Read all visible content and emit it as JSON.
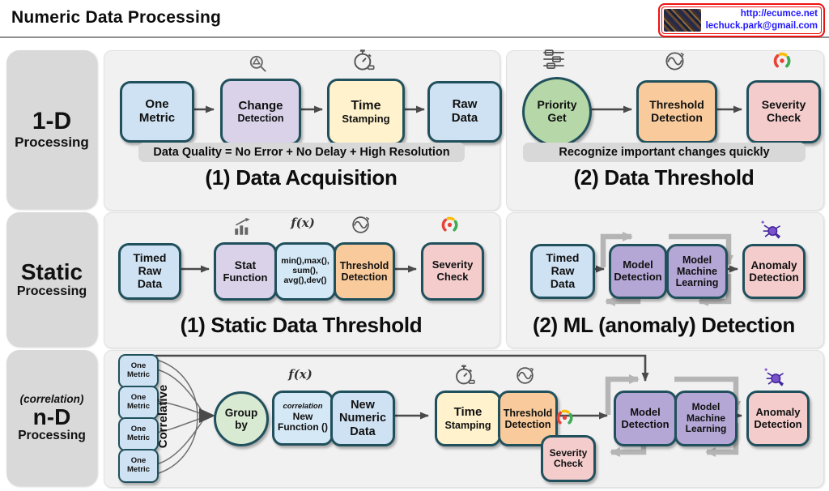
{
  "header": {
    "title": "Numeric Data Processing",
    "badge": {
      "url": "http://ecumce.net",
      "email": "lechuck.park@gmail.com"
    }
  },
  "labels": {
    "row1": {
      "big": "1-D",
      "small": "Processing"
    },
    "row2": {
      "big": "Static",
      "small": "Processing"
    },
    "row3": {
      "pre": "(correlation)",
      "big": "n-D",
      "small": "Processing"
    }
  },
  "p11": {
    "title": "(1) Data Acquisition",
    "note": "Data Quality = No Error + No Delay + High Resolution",
    "one_metric": [
      "One",
      "Metric"
    ],
    "change": [
      "Change",
      "Detection"
    ],
    "time": [
      "Time",
      "Stamping"
    ],
    "raw": [
      "Raw",
      "Data"
    ]
  },
  "p12": {
    "title": "(2) Data Threshold",
    "note": "Recognize important changes quickly",
    "priority": [
      "Priority",
      "Get"
    ],
    "threshold": [
      "Threshold",
      "Detection"
    ],
    "severity": [
      "Severity",
      "Check"
    ]
  },
  "p21": {
    "title": "(1) Static Data Threshold",
    "timed": [
      "Timed",
      "Raw",
      "Data"
    ],
    "stat": [
      "Stat",
      "Function"
    ],
    "funcs": [
      "min(),max(),",
      "sum(),",
      "avg(),dev()"
    ],
    "threshold": [
      "Threshold",
      "Detection"
    ],
    "severity": [
      "Severity",
      "Check"
    ],
    "fx": "f(x)"
  },
  "p22": {
    "title": "(2) ML (anomaly) Detection",
    "timed": [
      "Timed",
      "Raw",
      "Data"
    ],
    "model": [
      "Model",
      "Detection"
    ],
    "ml": [
      "Model",
      "Machine",
      "Learning"
    ],
    "anomaly": [
      "Anomaly",
      "Detection"
    ]
  },
  "p3": {
    "one_metric": [
      "One",
      "Metric"
    ],
    "correlative": "Correlative",
    "group": [
      "Group",
      "by"
    ],
    "func": [
      "correlation",
      "New",
      "Function ()"
    ],
    "newdata": [
      "New",
      "Numeric",
      "Data"
    ],
    "time": [
      "Time",
      "Stamping"
    ],
    "threshold": [
      "Threshold",
      "Detection"
    ],
    "severity": [
      "Severity",
      "Check"
    ],
    "model": [
      "Model",
      "Detection"
    ],
    "ml": [
      "Model",
      "Machine",
      "Learning"
    ],
    "anomaly": [
      "Anomaly",
      "Detection"
    ],
    "fx": "f(x)"
  },
  "icons": {
    "search-warning-icon": "magnifier with warning triangle",
    "stopwatch-icon": "stopwatch timer",
    "priority-sliders-icon": "stacked option sliders",
    "wave-circle-icon": "sine wave inside circle",
    "gauge-icon": "red/yellow/green severity gauge",
    "stat-chart-icon": "bar chart with rising arrow",
    "fx-icon": "f(x) function symbol",
    "anomaly-bug-icon": "purple bug under magnifier"
  },
  "colors": {
    "node_border": "#20505c",
    "blue": "#cfe2f3",
    "lavender": "#d9d2e9",
    "yellow": "#fff2cc",
    "green": "#b6d7a8",
    "light_green": "#d9ead3",
    "light_blue": "#d5e8f6",
    "orange": "#f9cb9c",
    "pink": "#f4cccc",
    "purple": "#b4a7d6",
    "panel_bg": "#f1f1f2",
    "label_bg": "#d9d9d9",
    "arrow_dark": "#4a4a4a",
    "arrow_gray": "#b5b5b5",
    "badge_border": "#ee1111",
    "badge_text": "#2017ff",
    "gauge_red": "#e94335",
    "gauge_yellow": "#fbbc04",
    "gauge_green": "#3fab54"
  }
}
